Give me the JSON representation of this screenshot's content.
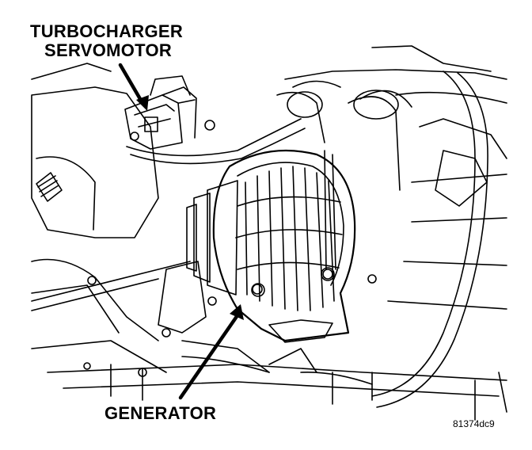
{
  "labels": {
    "turbo_line1": "TURBOCHARGER",
    "turbo_line2": "SERVOMOTOR",
    "generator": "GENERATOR"
  },
  "figure_code": "81374dc9",
  "colors": {
    "ink": "#000000",
    "paper": "#ffffff"
  }
}
